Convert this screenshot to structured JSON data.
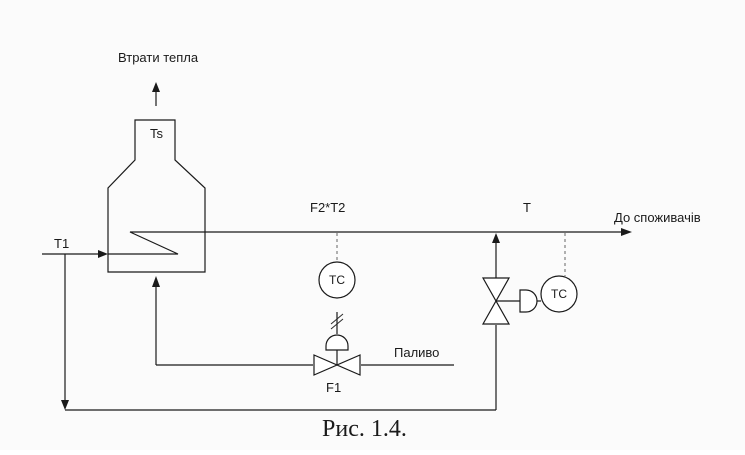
{
  "diagram": {
    "labels": {
      "heat_loss": "Втрати тепла",
      "furnace_temp": "Ts",
      "product_flow_temp": "F2*T2",
      "outlet_temp": "T",
      "to_consumers": "До споживачів",
      "inlet_temp": "T1",
      "fuel": "Паливо",
      "fuel_flow": "F1"
    },
    "controllers": {
      "tc_fuel": "TC",
      "tc_bypass": "TC"
    },
    "caption": "Рис. 1.4."
  }
}
